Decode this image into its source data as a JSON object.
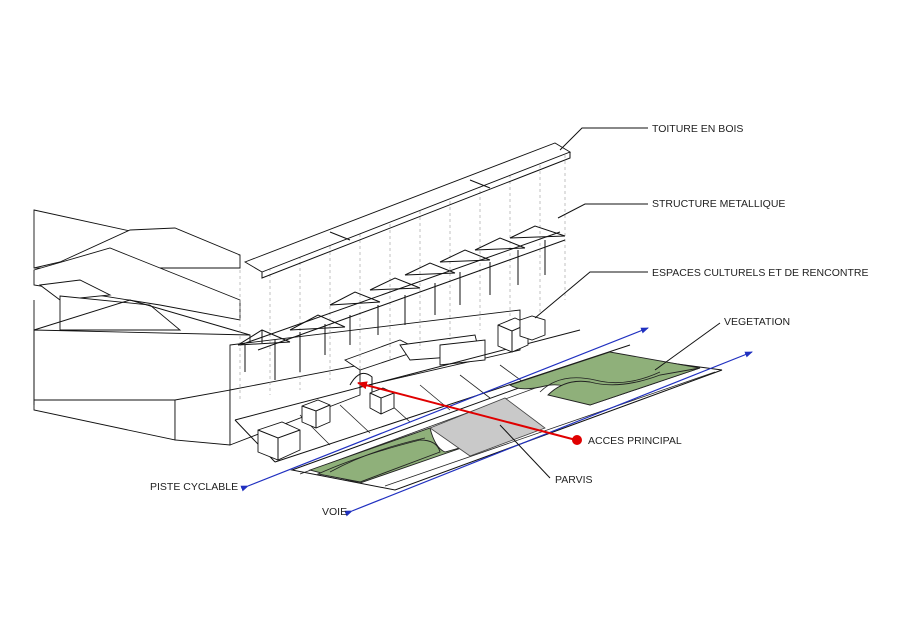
{
  "labels": {
    "roof": "TOITURE EN BOIS",
    "structure": "STRUCTURE METALLIQUE",
    "spaces": "ESPACES CULTURELS ET DE RENCONTRE",
    "vegetation": "VEGETATION",
    "access": "ACCES PRINCIPAL",
    "parvis": "PARVIS",
    "bike_path": "PISTE CYCLABLE",
    "road": "VOIE"
  },
  "colors": {
    "vegetation": "#8fb07a",
    "parvis": "#c9c9c9",
    "access_arrow": "#e00000",
    "circulation_arrows": "#2030c0"
  }
}
